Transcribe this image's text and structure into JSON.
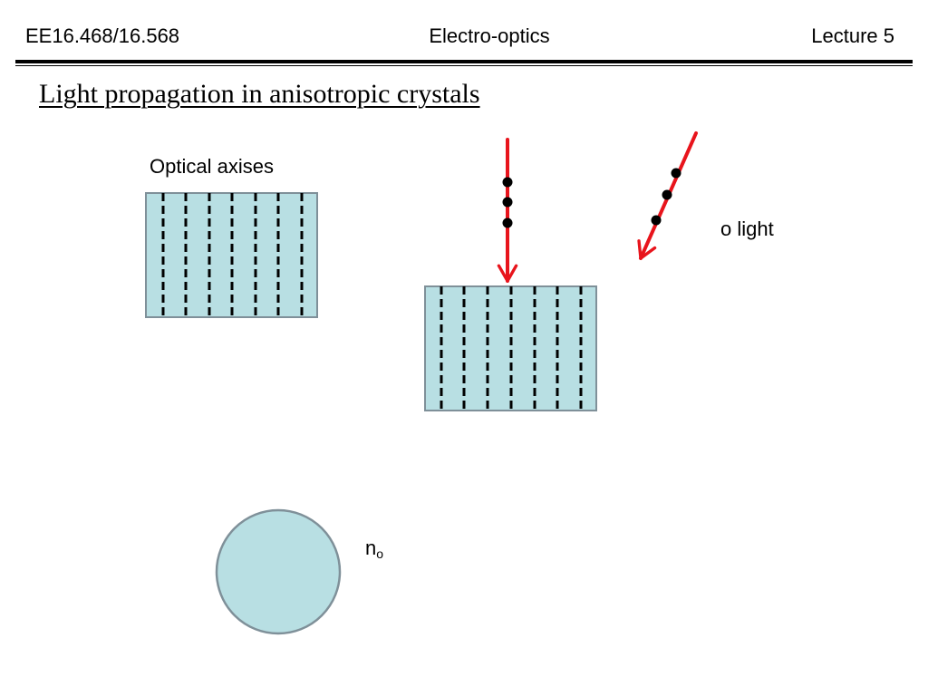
{
  "header": {
    "course": "EE16.468/16.568",
    "subject": "Electro-optics",
    "lecture": "Lecture 5"
  },
  "slide": {
    "title": "Light propagation in anisotropic crystals"
  },
  "labels": {
    "optical_axes": "Optical axises",
    "o_light": "o light",
    "index_base": "n",
    "index_sub": "o"
  },
  "colors": {
    "crystal_fill": "#b8dfe3",
    "crystal_stroke": "#7f9099",
    "optic_axis_line": "#000000",
    "ray": "#e8141c",
    "polarization_dot": "#000000"
  }
}
